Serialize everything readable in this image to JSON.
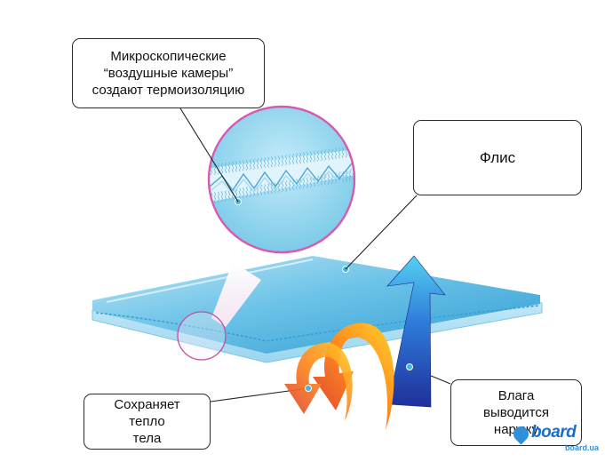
{
  "callouts": {
    "air_chambers": {
      "line1": "Микроскопические",
      "line2": "“воздушные камеры”",
      "line3": "создают термоизоляцию"
    },
    "fleece": {
      "label": "Флис"
    },
    "heat": {
      "line1": "Сохраняет",
      "line2": "тепло",
      "line3": "тела"
    },
    "moisture": {
      "line1": "Влага",
      "line2": "выводится",
      "line3": "наружу"
    }
  },
  "logo": {
    "word": "board",
    "domain": "board.ua"
  },
  "colors": {
    "fabric_top": "#3fa9d8",
    "fabric_edge": "#8fd1ee",
    "magnifier_ring": "#d85ab0",
    "moisture_arrow": "#2e6fd0",
    "heat_arrow": "#f07a2a"
  }
}
